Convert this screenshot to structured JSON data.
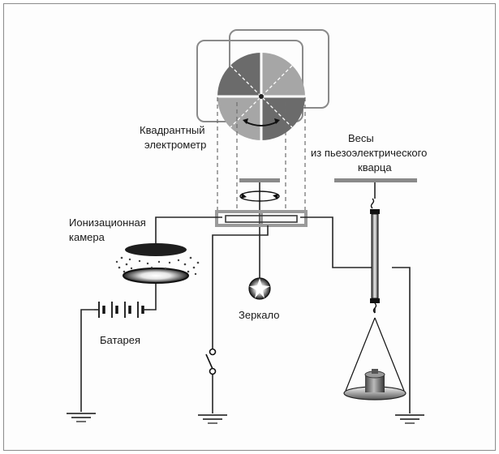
{
  "labels": {
    "electrometer": [
      "Квадрантный",
      "электрометр"
    ],
    "scales": [
      "Весы",
      "из пьезоэлектрического",
      "кварца"
    ],
    "chamber": [
      "Ионизационная",
      "камера"
    ],
    "mirror": "Зеркало",
    "battery": "Батарея"
  },
  "colors": {
    "quadrant_dark": "#6b6b6b",
    "quadrant_light": "#a6a6a6",
    "wire": "#262626",
    "dashed": "#6e6e6e"
  }
}
